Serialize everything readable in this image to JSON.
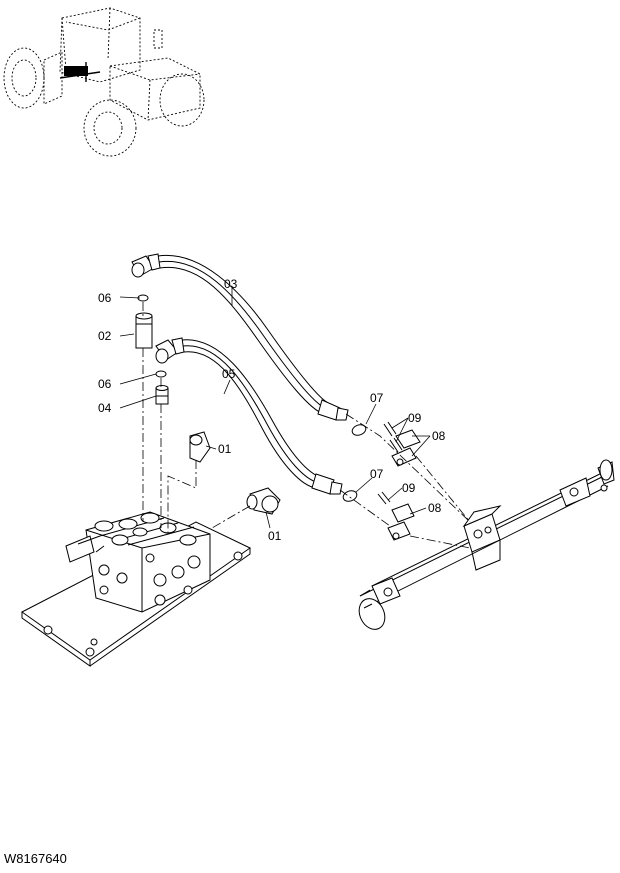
{
  "labels": {
    "01a": "01",
    "01b": "01",
    "02": "02",
    "03": "03",
    "04": "04",
    "05": "05",
    "06a": "06",
    "06b": "06",
    "07a": "07",
    "07b": "07",
    "08a": "08",
    "08b": "08",
    "09a": "09",
    "09b": "09"
  },
  "reference_code": "W8167640"
}
